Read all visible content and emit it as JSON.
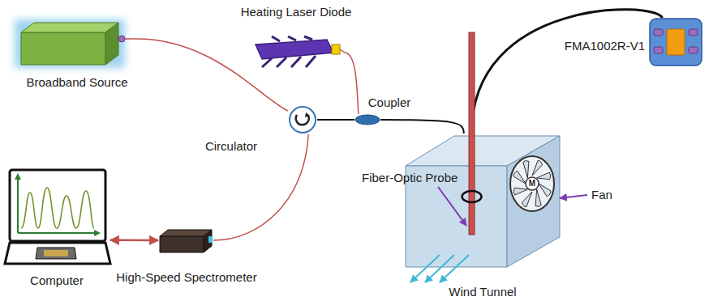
{
  "diagram": {
    "nodes": [
      {
        "text": [
          "Broadband Source"
        ]
      },
      {
        "text": [
          "Heating Laser Diode"
        ]
      },
      {
        "text": [
          "Circulator"
        ]
      },
      {
        "text": [
          "Coupler"
        ]
      },
      {
        "text": [
          "FMA1002R-V1"
        ]
      },
      {
        "text": [
          "Computer"
        ]
      },
      {
        "text": [
          "High-Speed Spectrometer"
        ]
      },
      {
        "text": [
          "Wind Tunnel"
        ]
      }
    ],
    "edges": [
      {
        "from": 0,
        "to": 2,
        "arrow": "none"
      },
      {
        "from": 1,
        "to": 3,
        "arrow": "none"
      },
      {
        "from": 2,
        "to": 3,
        "arrow": "none"
      },
      {
        "from": 2,
        "to": 6,
        "arrow": "none"
      },
      {
        "from": 5,
        "to": 6,
        "arrow": "both"
      },
      {
        "from": 3,
        "to": 7,
        "arrow": "none"
      },
      {
        "from": 4,
        "to": 7,
        "arrow": "none"
      }
    ],
    "labels": [
      "Fiber-Optic Probe",
      "Fan",
      "M"
    ]
  }
}
